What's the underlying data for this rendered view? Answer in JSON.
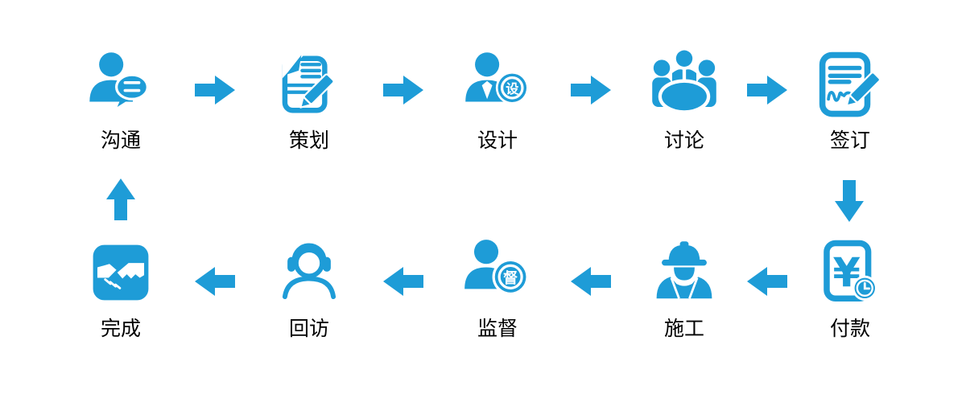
{
  "diagram": {
    "accent_color": "#1E9CD7",
    "text_color": "#000000",
    "background_color": "#FFFFFF",
    "top_row": [
      {
        "id": "communicate",
        "label": "沟通",
        "icon": "person-chat-icon"
      },
      {
        "id": "plan",
        "label": "策划",
        "icon": "document-pencil-icon"
      },
      {
        "id": "design",
        "label": "设计",
        "icon": "designer-badge-icon",
        "badge_char": "设"
      },
      {
        "id": "discuss",
        "label": "讨论",
        "icon": "meeting-table-icon"
      },
      {
        "id": "sign",
        "label": "签订",
        "icon": "contract-sign-icon"
      }
    ],
    "bottom_row": [
      {
        "id": "complete",
        "label": "完成",
        "icon": "handshake-icon"
      },
      {
        "id": "visit",
        "label": "回访",
        "icon": "headset-person-icon"
      },
      {
        "id": "supervise",
        "label": "监督",
        "icon": "supervisor-badge-icon",
        "badge_char": "督"
      },
      {
        "id": "construct",
        "label": "施工",
        "icon": "construction-worker-icon"
      },
      {
        "id": "pay",
        "label": "付款",
        "icon": "payment-clock-icon",
        "currency_symbol": "¥"
      }
    ]
  }
}
